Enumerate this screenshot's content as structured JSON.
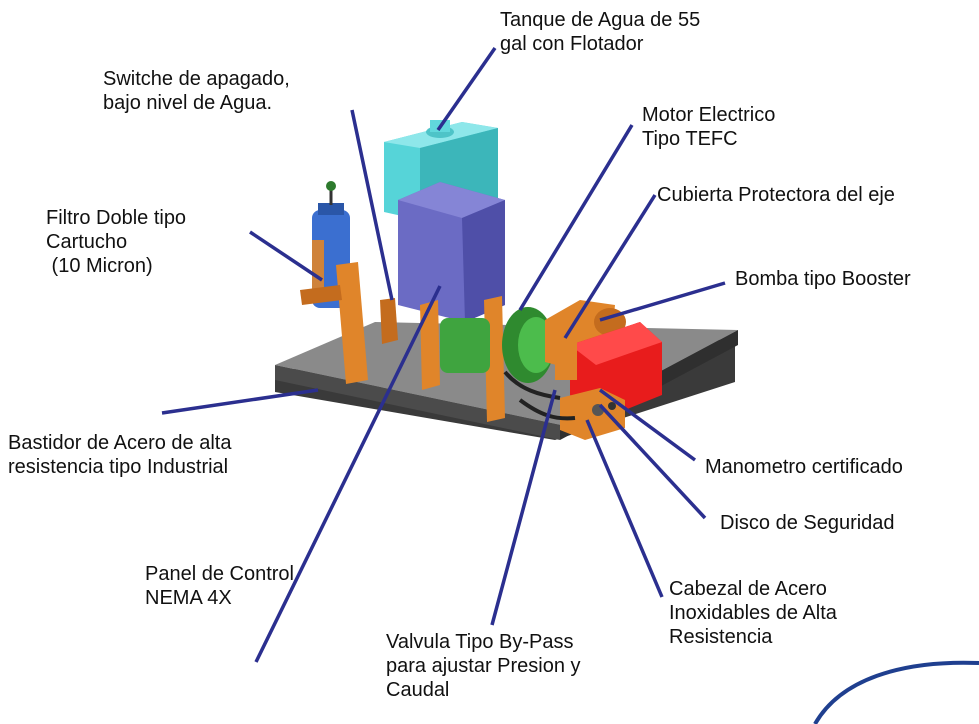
{
  "labels": {
    "tanque": "Tanque de Agua de 55\ngal con Flotador",
    "switche": "Switche de apagado,\nbajo nivel de Agua.",
    "motor": "Motor Electrico\nTipo TEFC",
    "cubierta": "Cubierta Protectora del eje",
    "filtro": "Filtro Doble tipo\nCartucho\n (10 Micron)",
    "bomba": "Bomba tipo Booster",
    "bastidor": "Bastidor de Acero de alta\nresistencia tipo Industrial",
    "manometro": "Manometro certificado",
    "disco": "Disco de Seguridad",
    "panel": "Panel de Control\nNEMA 4X",
    "cabezal": "Cabezal de Acero\nInoxidables de Alta\nResistencia",
    "valvula": "Valvula Tipo By-Pass\npara ajustar Presion y\nCaudal"
  },
  "colors": {
    "leader_line": "#2b2f8f",
    "tank": "#56d4d8",
    "panel": "#6b6bc4",
    "frame": "#e0852a",
    "motor": "#3fa43f",
    "pump": "#e81c1c",
    "filter": "#3b6fd0",
    "base": "#7d7d7d"
  }
}
